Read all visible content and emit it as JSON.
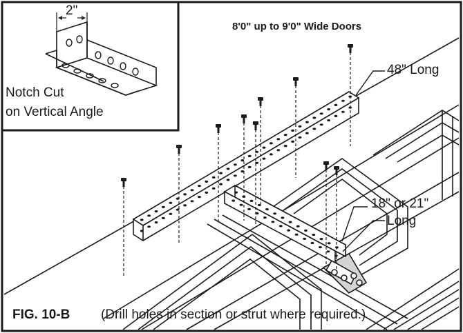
{
  "figure": {
    "title": "8'0\" up to 9'0\" Wide Doors",
    "label_48": "48\" Long",
    "label_18_line1": "18\" or 21\"",
    "label_18_line2": "Long",
    "inset_dimension": "2\"",
    "inset_caption_line1": "Notch Cut",
    "inset_caption_line2": "on Vertical Angle",
    "figure_label": "FIG. 10-B",
    "figure_caption": "(Drill holes in section or strut where required.)"
  },
  "colors": {
    "line": "#1a1a1a",
    "background": "#ffffff",
    "shade": "#d4d4d4"
  }
}
